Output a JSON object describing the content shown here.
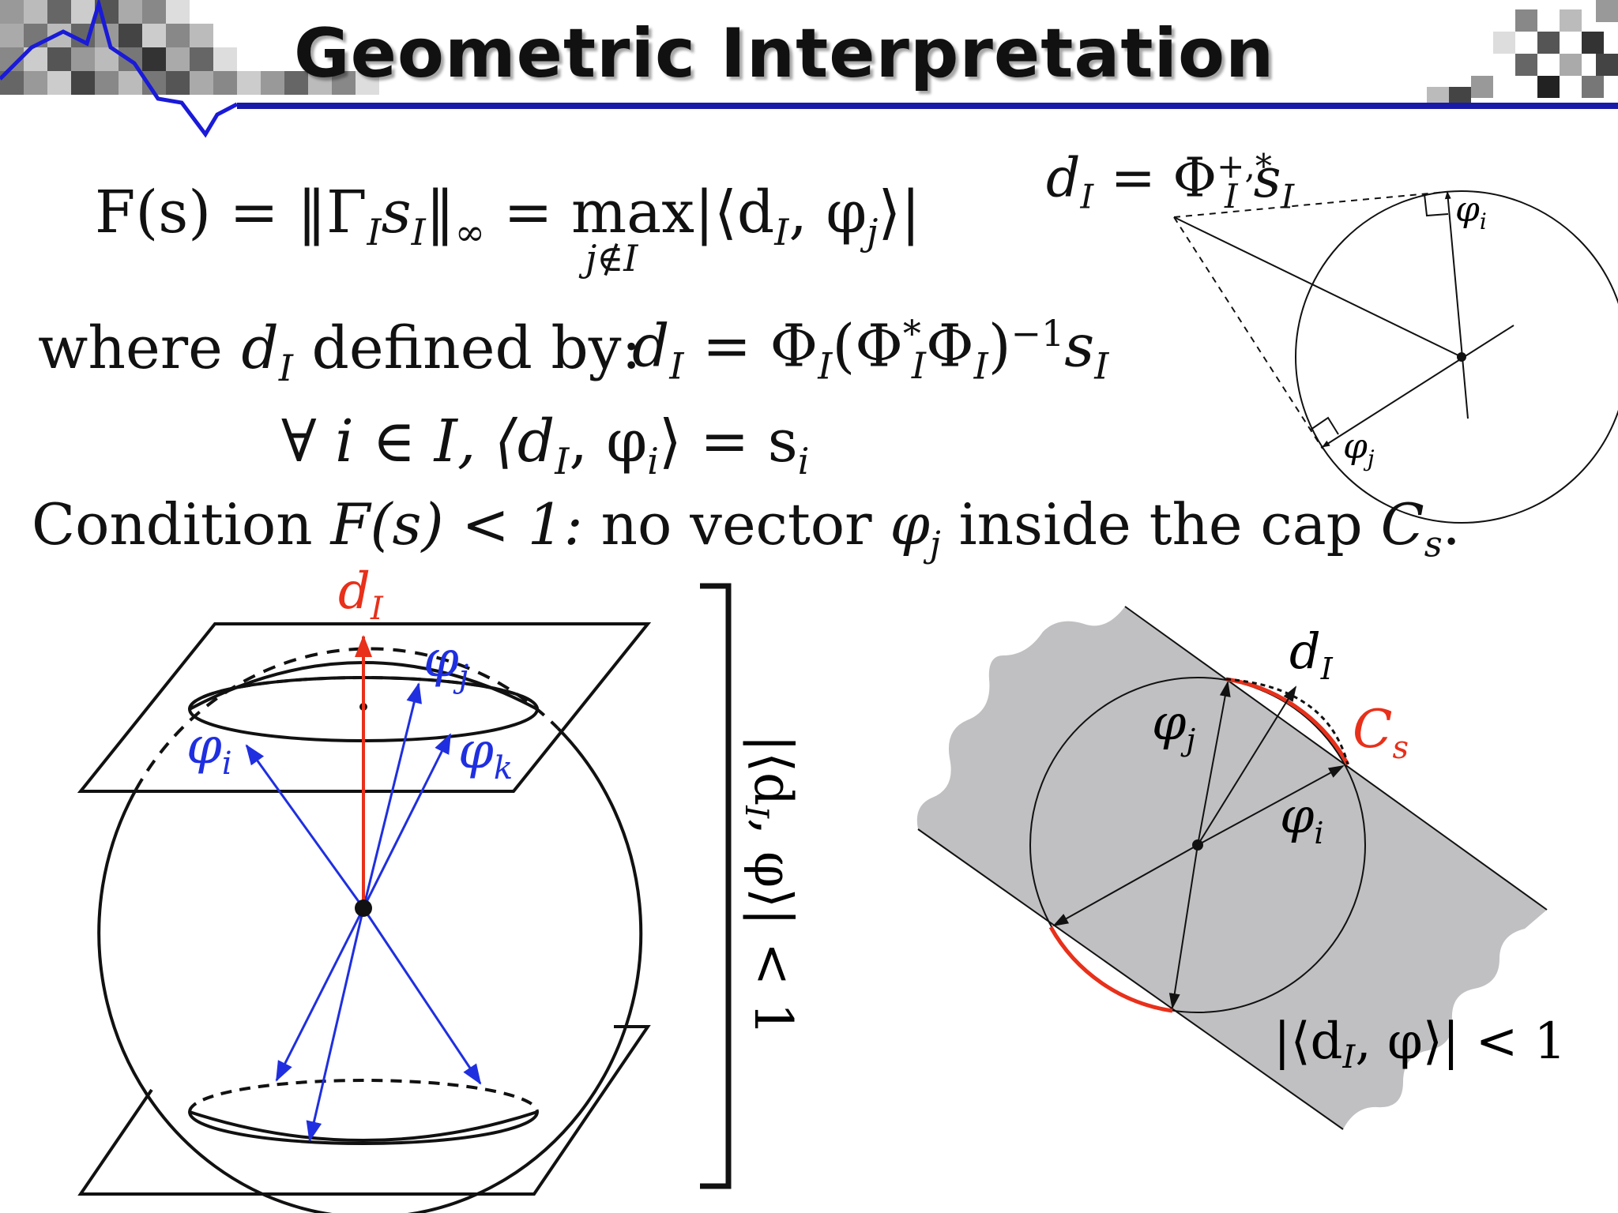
{
  "title": "Geometric Interpretation",
  "equations": {
    "F_lhs": "F(s) = ‖Γ",
    "F_sub_I1": "I",
    "F_s": "s",
    "F_sub_I2": "I",
    "F_norm": "‖",
    "F_sub_inf": "∞",
    "F_eq": " = ",
    "F_max": "max",
    "F_max_sub": "j∉I",
    "F_rhs": "|⟨d",
    "F_rhs_sub": "I",
    "F_rhs_2": ", φ",
    "F_rhs_sub2": "j",
    "F_rhs_3": "⟩|",
    "where_text": "where",
    "where_d": "d",
    "where_sub": "I",
    "where_rest": " defined by:",
    "dI_def": "d",
    "dI_def_sub": "I",
    "dI_def_rhs": " = Φ",
    "dI_def_rhs_sub": "I",
    "dI_def_paren": "(Φ",
    "dI_def_star": "*",
    "dI_def_star_sub": "I",
    "dI_def_phi": "Φ",
    "dI_def_phi_sub": "I",
    "dI_def_close": ")",
    "dI_def_inv": "−1",
    "dI_def_s": "s",
    "dI_def_s_sub": "I",
    "forall": "∀ i ∈ I, ⟨d",
    "forall_sub": "I",
    "forall_2": ", φ",
    "forall_sub2": "i",
    "forall_3": "⟩ = s",
    "forall_sub3": "i",
    "top_right": "d",
    "top_right_sub": "I",
    "top_right_eq": " = Φ",
    "top_right_sup": "+,*",
    "top_right_sup_sub": "I",
    "top_right_s": "s",
    "top_right_s_sub": "I"
  },
  "condition": {
    "label": "Condition",
    "expr": "F(s) < 1:",
    "text": "no vector",
    "phi": "φ",
    "phi_sub": "j",
    "text2": "inside the cap",
    "cap": "C",
    "cap_sub": "s",
    "end": "."
  },
  "diagram_small": {
    "phi_i": "φ",
    "phi_i_sub": "i",
    "phi_j": "φ",
    "phi_j_sub": "j"
  },
  "diagram_sphere": {
    "dI": "d",
    "dI_sub": "I",
    "phi_i": "φ",
    "phi_i_sub": "i",
    "phi_j": "φ",
    "phi_j_sub": "j",
    "phi_k": "φ",
    "phi_k_sub": "k",
    "bracket_label": "|⟨d",
    "bracket_sub": "I",
    "bracket_rest": ", φ⟩| < 1"
  },
  "diagram_band": {
    "dI": "d",
    "dI_sub": "I",
    "Cs": "C",
    "Cs_sub": "s",
    "phi_j": "φ",
    "phi_j_sub": "j",
    "phi_i": "φ",
    "phi_i_sub": "i",
    "band_label": "|⟨d",
    "band_sub": "I",
    "band_rest": ", φ⟩| < 1"
  },
  "colors": {
    "title_rule": "#1a1aa8",
    "red": "#e8301a",
    "blue": "#1f2fe0",
    "band_gray": "#c0c0c2"
  }
}
